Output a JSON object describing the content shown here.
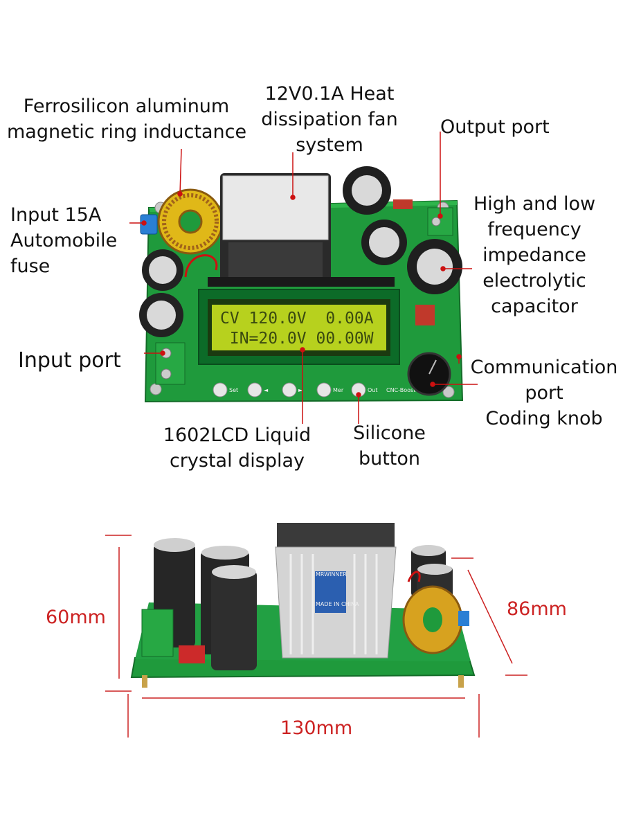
{
  "labels": {
    "inductance": [
      "Ferrosilicon aluminum",
      "magnetic ring inductance"
    ],
    "fan": [
      "12V0.1A Heat",
      "dissipation fan",
      "system"
    ],
    "output_port": "Output port",
    "fuse": [
      "Input 15A",
      "Automobile",
      "fuse"
    ],
    "capacitor": [
      "High and low",
      "frequency",
      "impedance",
      "electrolytic",
      "capacitor"
    ],
    "input_port": "Input port",
    "communication": [
      "Communication",
      "port",
      "Coding knob"
    ],
    "lcd": [
      "1602LCD Liquid",
      "crystal display"
    ],
    "button": [
      "Silicone",
      "button"
    ]
  },
  "lcd_screen": {
    "line1": "CV 120.0V  0.00A",
    "line2": " IN=20.0V 00.00W"
  },
  "board_silk": {
    "buttons": [
      "Set",
      "◄",
      "►",
      "Mer",
      "Out"
    ],
    "model": "CNC-Boost"
  },
  "heatsink_silk": {
    "brand": "MRWINNER",
    "origin": "MADE IN CHINA"
  },
  "dimensions": {
    "height": "60mm",
    "depth": "86mm",
    "width": "130mm"
  },
  "colors": {
    "pcb": "#1f9a3c",
    "dimension": "#cc2222",
    "lcd": "#b7d11e"
  }
}
